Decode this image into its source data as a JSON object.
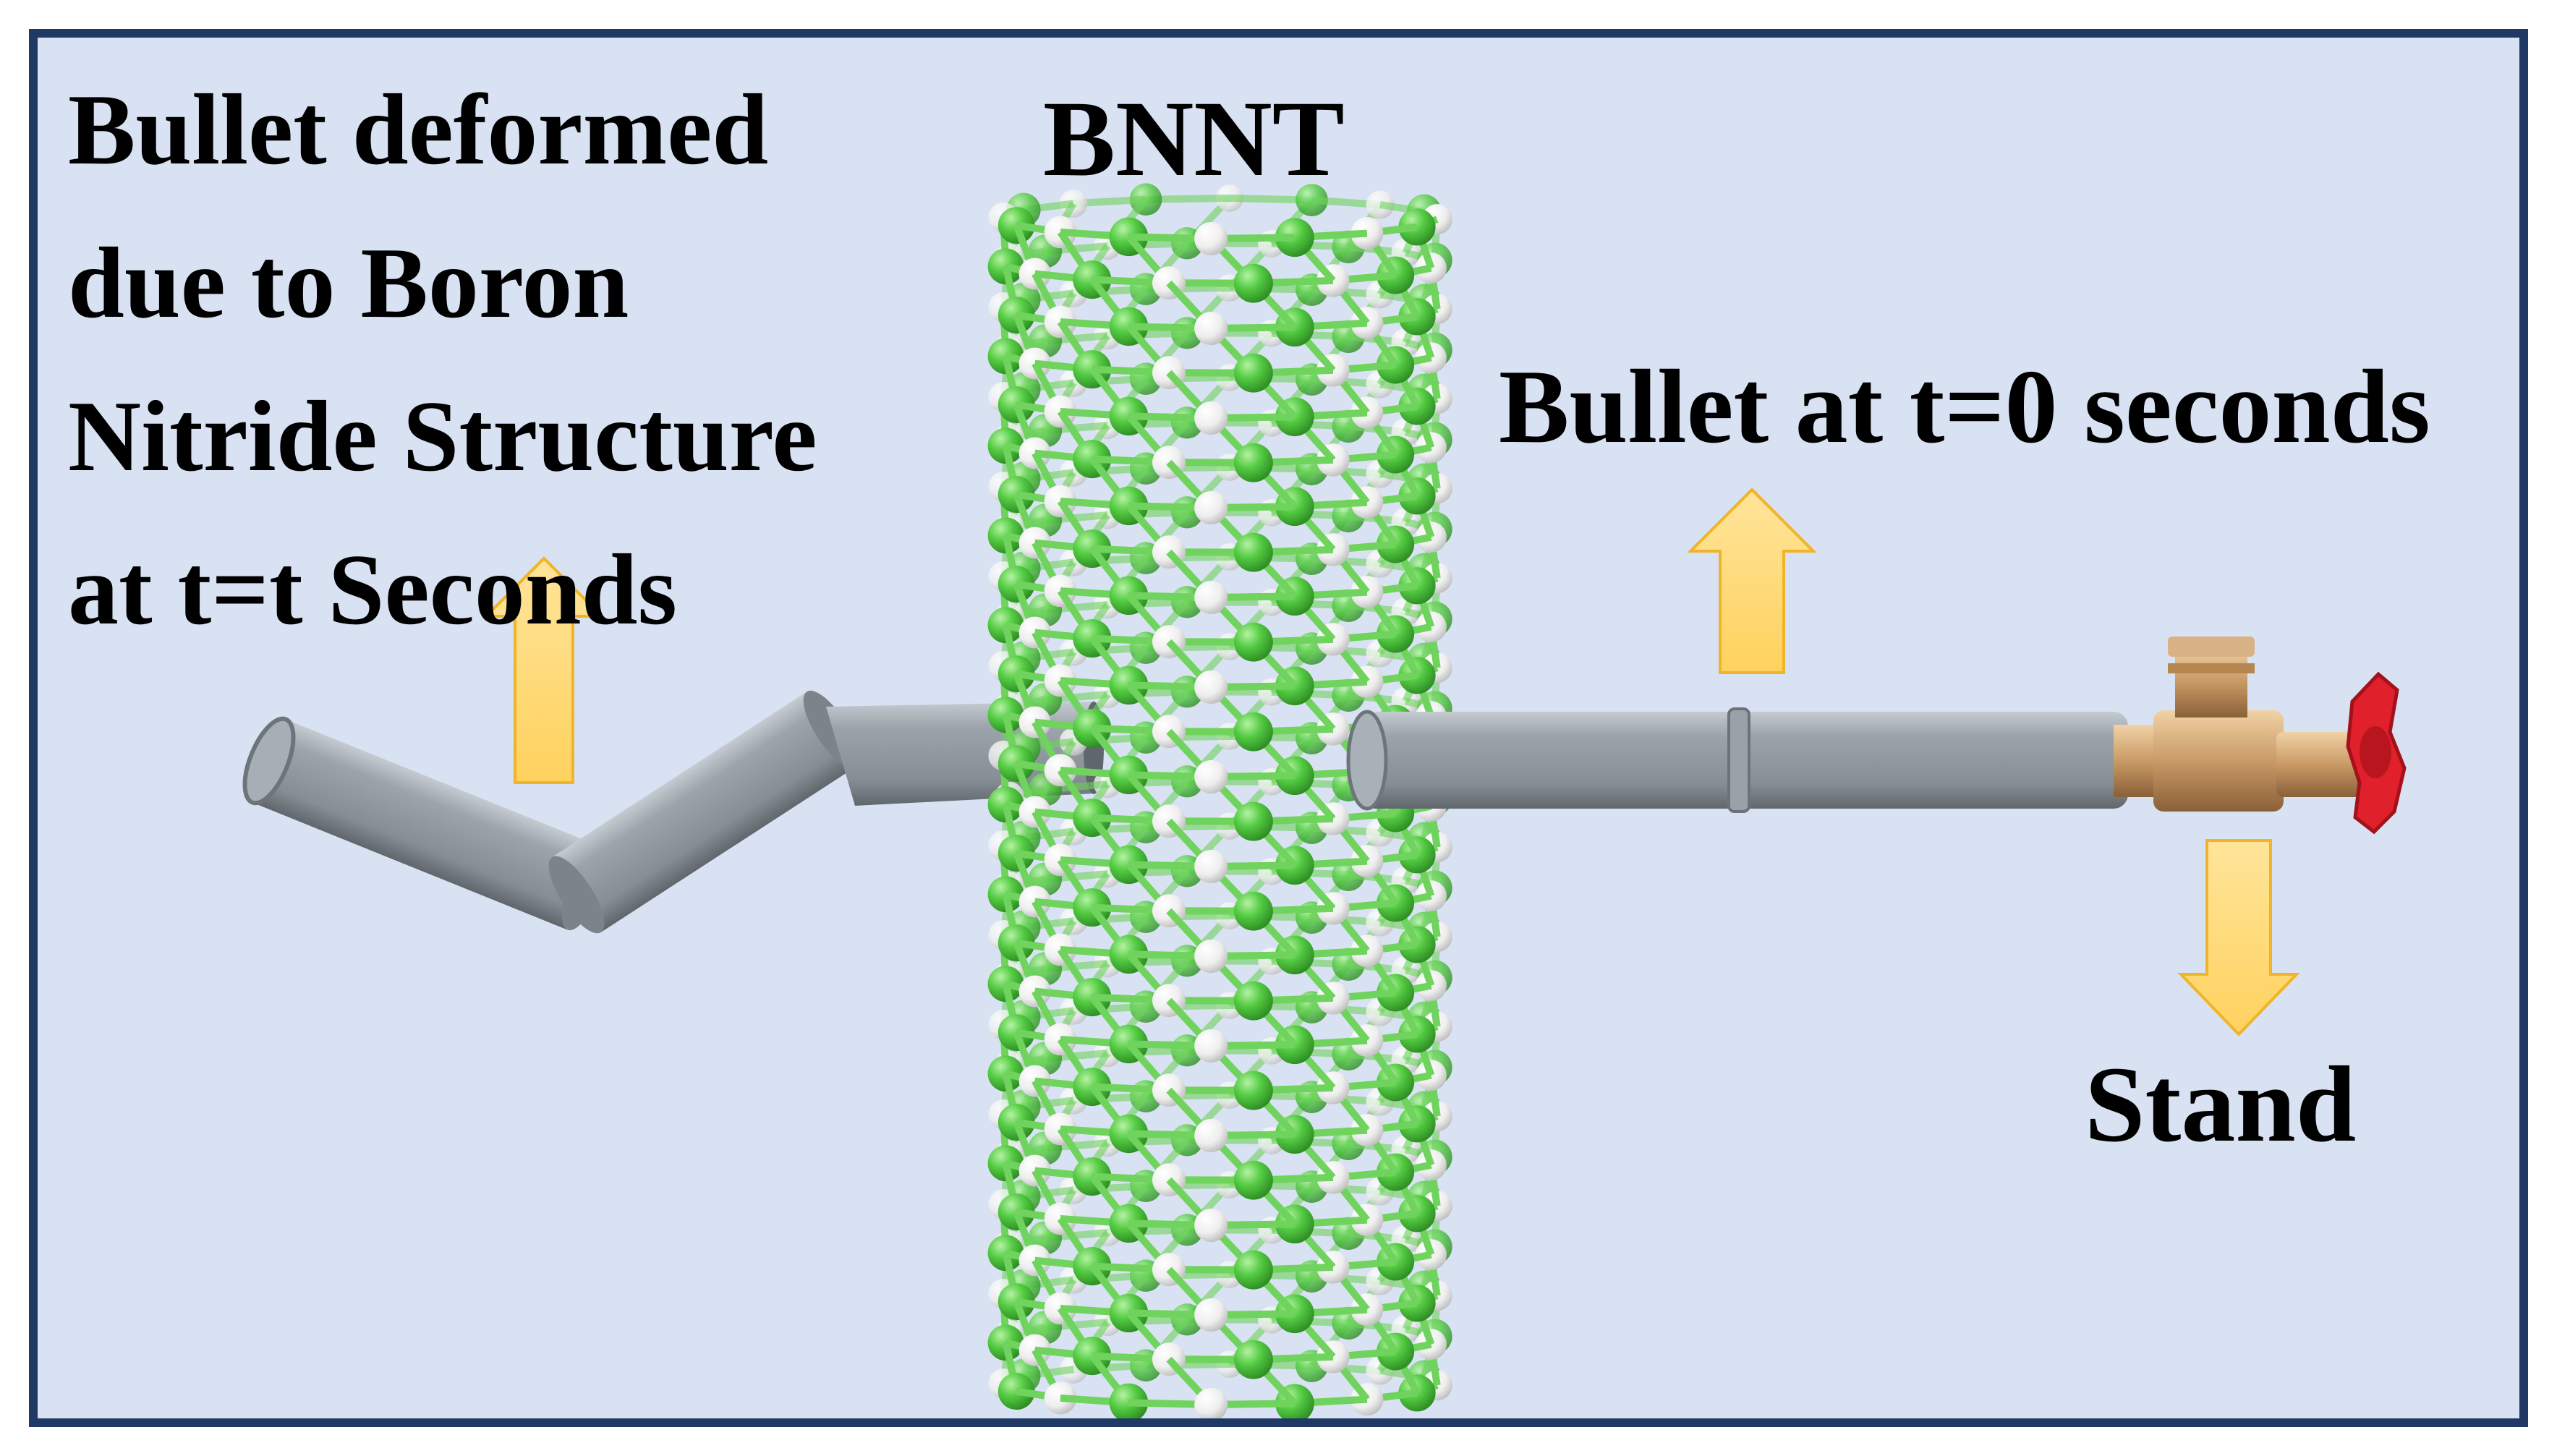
{
  "labels": {
    "deformed": [
      "Bullet deformed",
      "due to Boron",
      "Nitride Structure",
      "at t=t Seconds"
    ],
    "bnnt": "BNNT",
    "bullet_t0": "Bullet at t=0 seconds",
    "stand": "Stand"
  },
  "colors": {
    "background": "#d9e2f2",
    "border": "#1f3864",
    "arrow": "#ffd966",
    "arrow_edge": "#f0b429",
    "bullet": "#8e979f",
    "bullet_shade": "#5f666c",
    "nitrogen_atom": "#55cc44",
    "boron_atom": "#f2f2f2",
    "valve_brass": "#c99a66",
    "valve_handle": "#e0202a"
  },
  "icons": [
    "arrow-up-icon",
    "arrow-up-icon",
    "arrow-down-icon"
  ]
}
